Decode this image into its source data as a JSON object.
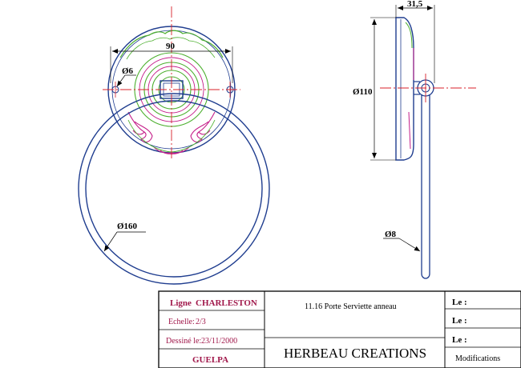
{
  "drawing": {
    "dimensions": {
      "width_90": "90",
      "hole_6": "Ø6",
      "ring_160": "Ø160",
      "depth_31_5": "31,5",
      "base_110": "Ø110",
      "rod_8": "Ø8"
    }
  },
  "title_block": {
    "ligne_label": "Ligne",
    "ligne_value": "CHARLESTON",
    "echelle_label": "Echelle:",
    "echelle_value": "2/3",
    "dessine_label": "Dessiné le:",
    "dessine_value": "23/11/2000",
    "author": "GUELPA",
    "product": "11.16 Porte Serviette anneau",
    "company": "HERBEAU CREATIONS",
    "le_1": "Le :",
    "le_2": "Le :",
    "le_3": "Le :",
    "modifications": "Modifications"
  },
  "colors": {
    "outline": "#1f3d8f",
    "center_line": "#d8202a",
    "ornament_green": "#4caf2e",
    "ornament_pink": "#c51f8a",
    "title_red": "#a0174a"
  }
}
